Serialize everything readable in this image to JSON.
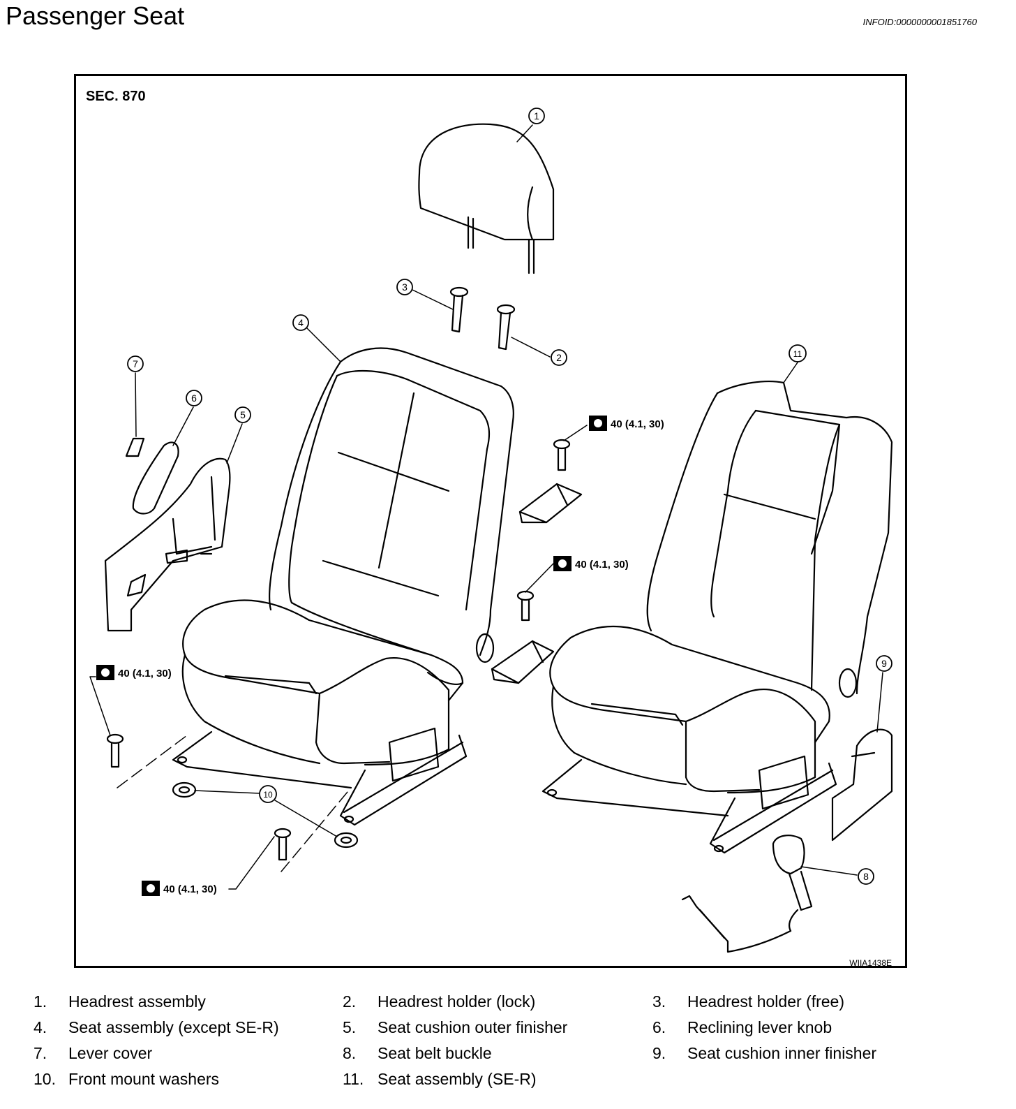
{
  "header": {
    "title": "Passenger Seat",
    "info_id": "INFOID:0000000001851760"
  },
  "diagram": {
    "section": "SEC. 870",
    "figure_code": "WIIA1438E",
    "callouts": [
      "1",
      "2",
      "3",
      "4",
      "5",
      "6",
      "7",
      "8",
      "9",
      "10",
      "11"
    ],
    "torque_label": "40 (4.1, 30)"
  },
  "legend": [
    {
      "num": "1.",
      "label": "Headrest assembly"
    },
    {
      "num": "2.",
      "label": "Headrest holder (lock)"
    },
    {
      "num": "3.",
      "label": "Headrest holder (free)"
    },
    {
      "num": "4.",
      "label": "Seat assembly (except SE-R)"
    },
    {
      "num": "5.",
      "label": "Seat cushion outer finisher"
    },
    {
      "num": "6.",
      "label": "Reclining lever knob"
    },
    {
      "num": "7.",
      "label": "Lever cover"
    },
    {
      "num": "8.",
      "label": "Seat belt buckle"
    },
    {
      "num": "9.",
      "label": "Seat cushion inner finisher"
    },
    {
      "num": "10.",
      "label": "Front mount washers"
    },
    {
      "num": "11.",
      "label": "Seat assembly (SE-R)"
    }
  ]
}
